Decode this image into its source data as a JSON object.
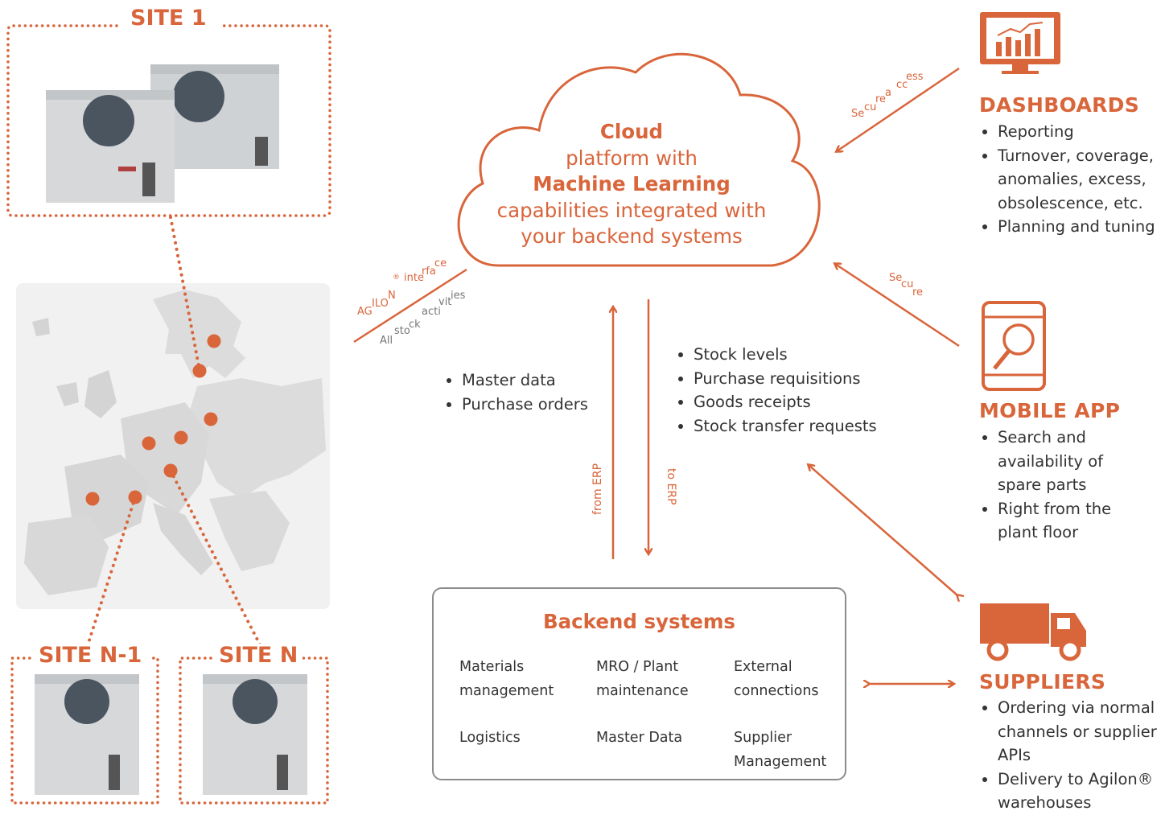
{
  "sites": {
    "site1": "SITE 1",
    "site_n_minus_1": "SITE N-1",
    "site_n": "SITE N"
  },
  "cloud": {
    "line1": "Cloud",
    "line2": "platform with",
    "line3": "Machine Learning",
    "line4": "capabilities integrated with",
    "line5": "your backend systems"
  },
  "interface_words": {
    "agilon": [
      "AG",
      "ILO",
      "N"
    ],
    "reg": "®",
    "interface": [
      "inte",
      "rfa",
      "ce"
    ],
    "all": "All",
    "stock": [
      "sto",
      "ck"
    ],
    "activities": [
      "acti",
      "vit",
      "ies"
    ]
  },
  "erp": {
    "from_erp": "from ERP",
    "to_erp": "to ERP",
    "inbound_items": [
      "Master data",
      "Purchase orders"
    ],
    "outbound_items": [
      "Stock levels",
      "Purchase requisitions",
      "Goods receipts",
      "Stock transfer requests"
    ]
  },
  "backend": {
    "title": "Backend systems",
    "cells": [
      [
        "Materials",
        "management"
      ],
      [
        "MRO / Plant",
        "maintenance"
      ],
      [
        "External",
        "connections"
      ],
      [
        "Logistics"
      ],
      [
        "Master Data"
      ],
      [
        "Supplier",
        "Management"
      ]
    ]
  },
  "secure_labels": {
    "secure_access": [
      "Se",
      "cu",
      "re",
      " a",
      "cc",
      "ess"
    ],
    "secure": [
      "Se",
      "cu",
      "re"
    ]
  },
  "dashboards": {
    "title": "DASHBOARDS",
    "items": [
      "Reporting",
      "Turnover, coverage, anomalies, excess, obsolescence, etc.",
      "Planning and tuning"
    ]
  },
  "mobile_app": {
    "title": "MOBILE APP",
    "items": [
      "Search and availability of spare parts",
      "Right from the plant floor"
    ]
  },
  "suppliers": {
    "title": "SUPPLIERS",
    "items": [
      "Ordering via normal channels or supplier APIs",
      "Delivery to Agilon® warehouses"
    ]
  },
  "colors": {
    "accent": "#d9653b",
    "map_land": "#dedede",
    "box_border": "#8c8c8c"
  },
  "icons": [
    "dashboard-monitor-icon",
    "mobile-search-icon",
    "delivery-truck-icon",
    "warehouse-machine-image",
    "europe-map"
  ]
}
